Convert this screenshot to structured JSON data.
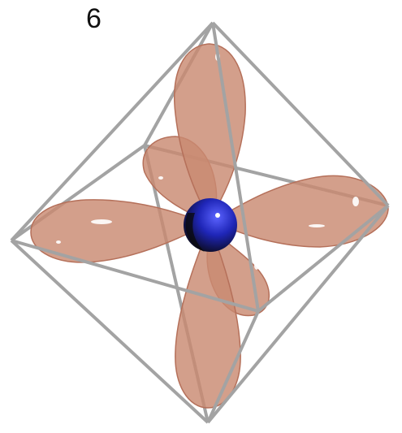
{
  "figure": {
    "panel_label": "6"
  },
  "colors": {
    "lobe_fill": "#c98a72",
    "lobe_edge": "#b5705a",
    "frame": "#a3a3a3",
    "atom_center": "#1f26b8",
    "atom_dark": "#141414",
    "background": "#ffffff"
  },
  "components": {
    "octahedron": "octahedron-wireframe",
    "lobes": [
      "top-lobe",
      "bottom-lobe",
      "left-lobe",
      "right-lobe",
      "back-left-lobe",
      "front-right-lobe"
    ],
    "center": "central-metal-atom"
  }
}
